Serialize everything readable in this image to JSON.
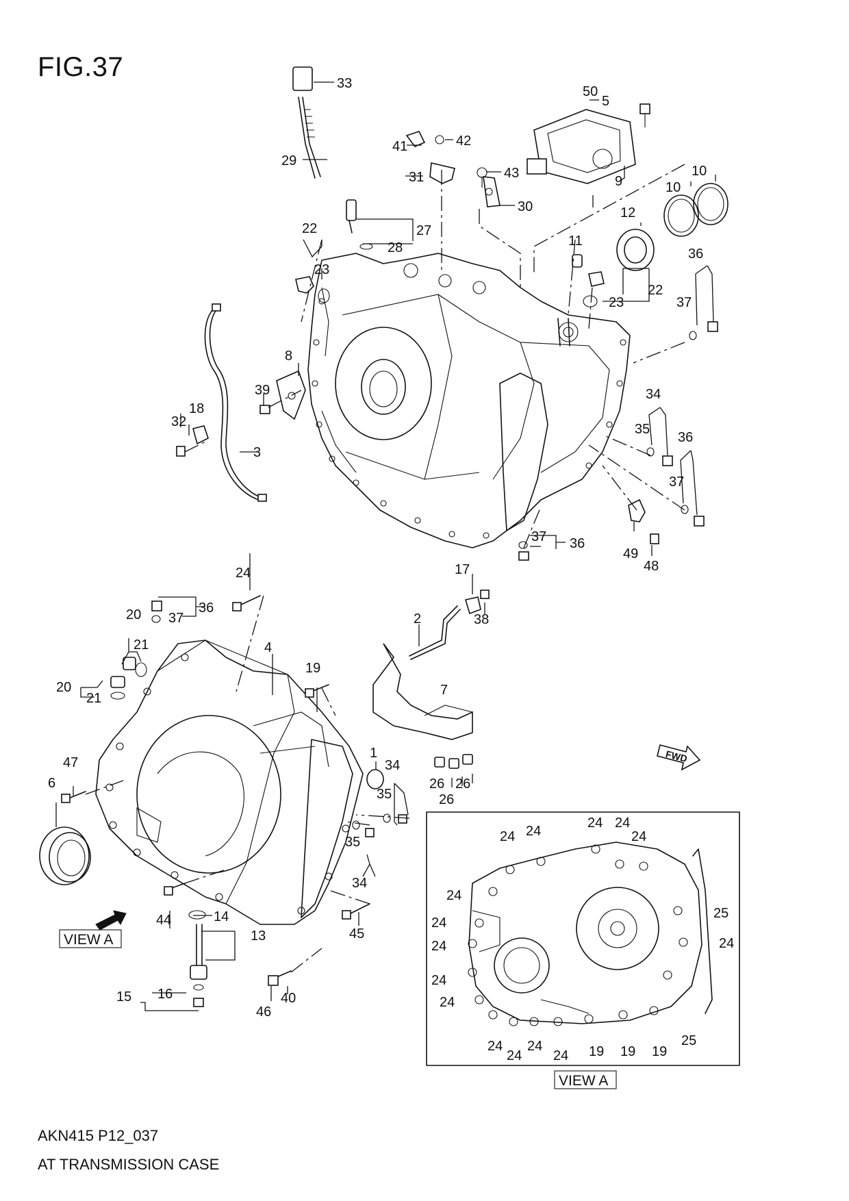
{
  "figure": {
    "title": "FIG.37",
    "code": "AKN415 P12_037",
    "caption": "AT TRANSMISSION CASE"
  },
  "view_label": "VIEW A",
  "fwd_label": "FWD",
  "callouts": [
    "1",
    "2",
    "3",
    "4",
    "5",
    "6",
    "7",
    "8",
    "9",
    "10",
    "11",
    "12",
    "13",
    "14",
    "15",
    "16",
    "17",
    "18",
    "19",
    "20",
    "21",
    "22",
    "23",
    "24",
    "25",
    "26",
    "27",
    "28",
    "29",
    "30",
    "31",
    "32",
    "33",
    "34",
    "35",
    "36",
    "37",
    "38",
    "39",
    "40",
    "41",
    "42",
    "43",
    "44",
    "45",
    "46",
    "47",
    "48",
    "49",
    "50"
  ]
}
